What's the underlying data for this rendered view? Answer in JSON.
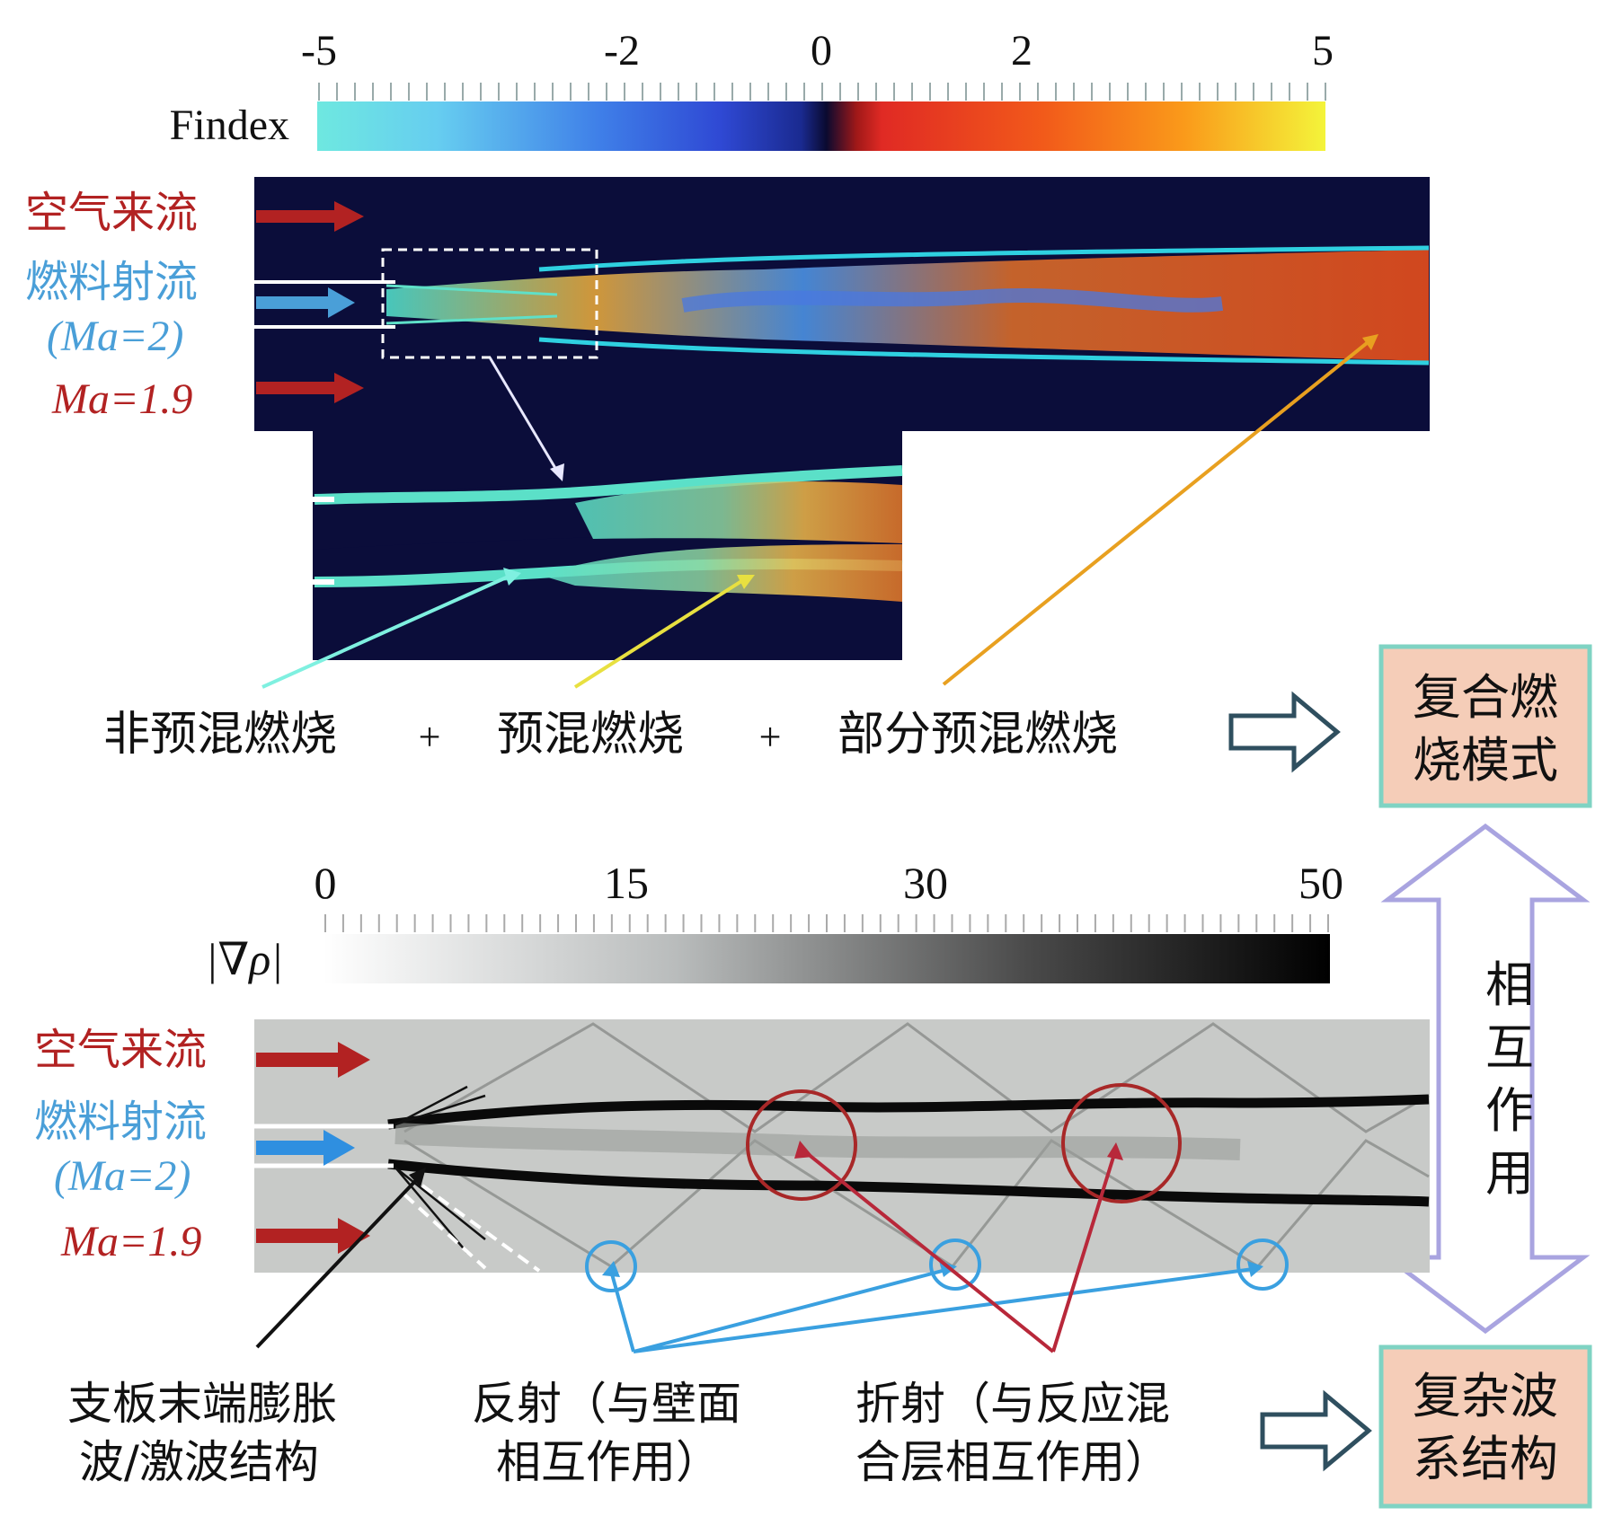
{
  "top_colorbar": {
    "label": "Findex",
    "ticks": [
      "-5",
      "-2",
      "0",
      "2",
      "5"
    ],
    "tick_values": [
      -5,
      -2,
      0,
      2,
      5
    ],
    "range": [
      -5,
      5
    ]
  },
  "top_panel": {
    "air_inflow": "空气来流",
    "fuel_jet": "燃料射流",
    "fuel_mach": "(Ma=2)",
    "air_mach": "Ma=1.9"
  },
  "modes": {
    "nonpremixed": "非预混燃烧",
    "plus1": "+",
    "premixed": "预混燃烧",
    "plus2": "+",
    "partially_premixed": "部分预混燃烧"
  },
  "result_boxes": {
    "combustion_mode_line1": "复合燃",
    "combustion_mode_line2": "烧模式",
    "wave_structure_line1": "复杂波",
    "wave_structure_line2": "系结构"
  },
  "interaction": [
    "相",
    "互",
    "作",
    "用"
  ],
  "bottom_colorbar": {
    "label": "|∇ρ|",
    "ticks": [
      "0",
      "15",
      "30",
      "50"
    ],
    "tick_values": [
      0,
      15,
      30,
      50
    ],
    "range": [
      0,
      50
    ]
  },
  "bottom_panel": {
    "air_inflow": "空气来流",
    "fuel_jet": "燃料射流",
    "fuel_mach": "(Ma=2)",
    "air_mach": "Ma=1.9"
  },
  "annotations": {
    "strut_line1": "支板末端膨胀",
    "strut_line2": "波/激波结构",
    "reflect_line1": "反射（与壁面",
    "reflect_line2": "相互作用）",
    "refract_line1": "折射（与反应混",
    "refract_line2": "合层相互作用）"
  },
  "colors": {
    "air_red": "#b22222",
    "fuel_blue": "#4a9fd8",
    "domain_bg": "#0b0d3a",
    "box_fill": "#f5cdb8",
    "box_border": "#7fd3c3",
    "double_arrow": "#a9a4e0",
    "outline_arrow": "#2f4f5f"
  }
}
